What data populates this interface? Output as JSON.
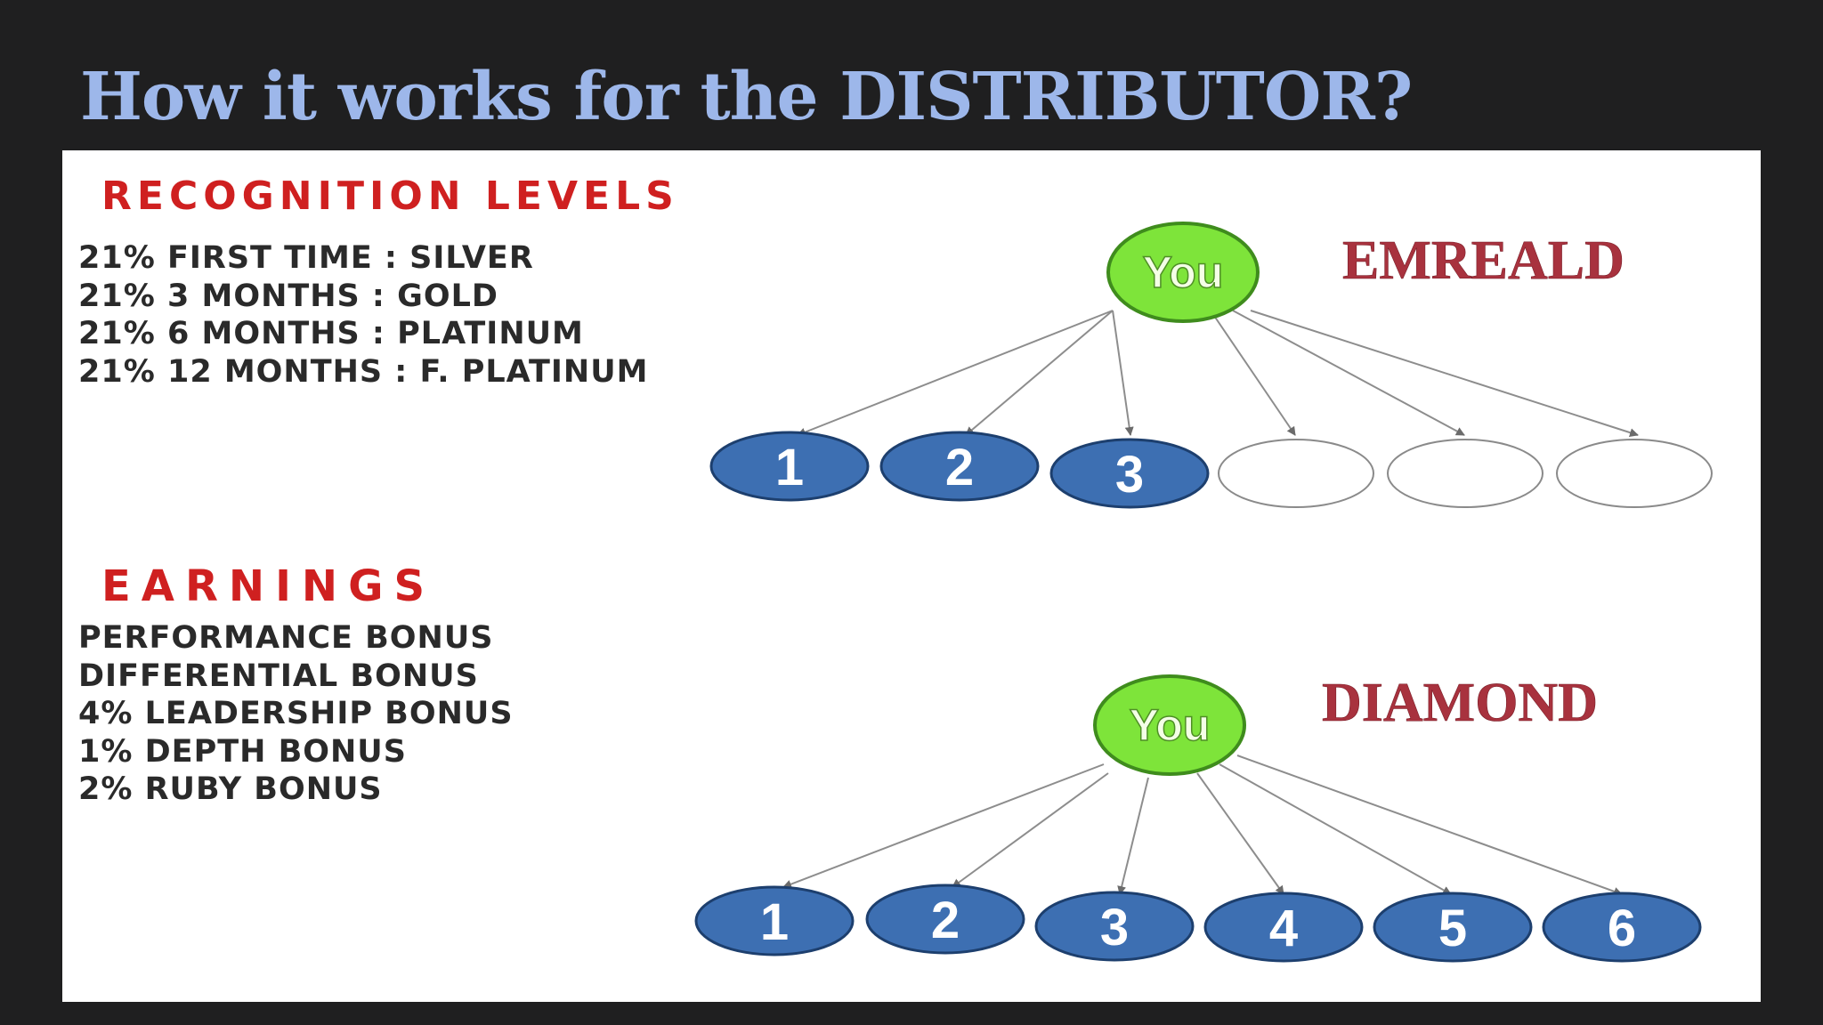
{
  "slide": {
    "title": "How it works for the DISTRIBUTOR?"
  },
  "recognition": {
    "heading": "RECOGNITION LEVELS",
    "items": [
      "21%  FIRST TIME : SILVER",
      "21%   3 MONTHS : GOLD",
      "21%   6 MONTHS : PLATINUM",
      "21% 12 MONTHS : F. PLATINUM"
    ]
  },
  "earnings": {
    "heading": "EARNINGS",
    "items": [
      "PERFORMANCE BONUS",
      "DIFFERENTIAL BONUS",
      "4% LEADERSHIP BONUS",
      "1% DEPTH BONUS",
      "2% RUBY BONUS"
    ]
  },
  "trees": {
    "emerald": {
      "root_label": "You",
      "level_label": "EMREALD",
      "child_labels": [
        "1",
        "2",
        "3",
        "",
        "",
        ""
      ]
    },
    "diamond": {
      "root_label": "You",
      "level_label": "DIAMOND",
      "child_labels": [
        "1",
        "2",
        "3",
        "4",
        "5",
        "6"
      ]
    }
  },
  "colors": {
    "background": "#1f1f20",
    "title": "#9db7ea",
    "heading_red": "#cf2020",
    "root_node_green": "#7ee43a",
    "child_node_blue": "#3d6fb2",
    "level_label_red": "#a8323e"
  }
}
